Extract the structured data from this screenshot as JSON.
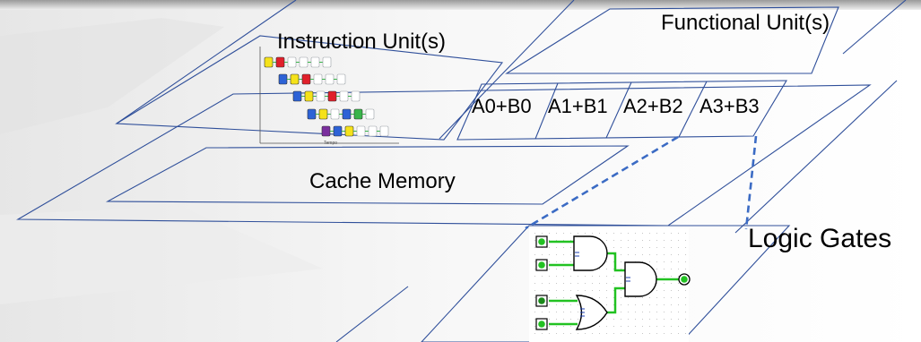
{
  "labels": {
    "instruction_unit": "Instruction Unit(s)",
    "functional_unit": "Functional Unit(s)",
    "cache_memory": "Cache Memory",
    "logic_gates": "Logic Gates"
  },
  "operations": [
    "A0+B0",
    "A1+B1",
    "A2+B2",
    "A3+B3"
  ],
  "pipeline": {
    "time_axis_label": "Tempo",
    "stage_colors": [
      "#f5e21a",
      "#e0202a",
      "#2d62d6",
      "#39b54a",
      "#7b2f9e",
      "#9aa0a6"
    ]
  },
  "colors": {
    "outline": "#2f4f9a",
    "connector": "#3b6bc4",
    "wire": "#22c222",
    "gate_stroke": "#000000",
    "circuit_bg": "#ffffff"
  }
}
